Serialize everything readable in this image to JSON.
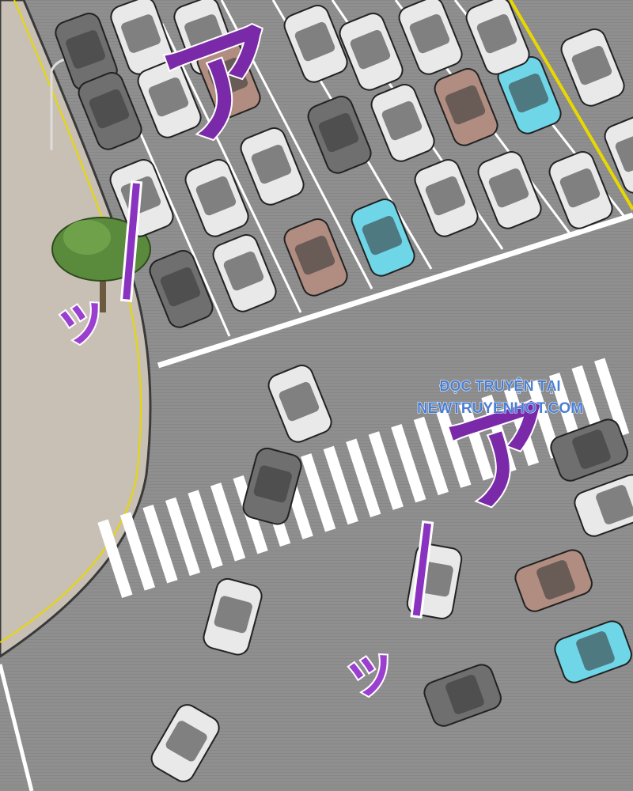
{
  "panel": {
    "sfx": [
      {
        "text": "ア",
        "color": "#7a2aa8"
      },
      {
        "text": "ッ",
        "color": "#9a3fd0"
      }
    ],
    "watermark": {
      "line1": "ĐỌC TRUYỆN TẠI",
      "line2": "NEWTRUYENHOT.COM",
      "color": "#4a7fd6"
    },
    "colors": {
      "road": "#8c8c8c",
      "sidewalk": "#c8c0b4",
      "marking_white": "#ffffff",
      "marking_yellow": "#e8d800",
      "car_cyan": "#6fd6e8",
      "car_brown": "#b08d80",
      "car_gray": "#6f6f6f",
      "car_white": "#e9e9e9",
      "tree": "#5a8a3c"
    }
  }
}
